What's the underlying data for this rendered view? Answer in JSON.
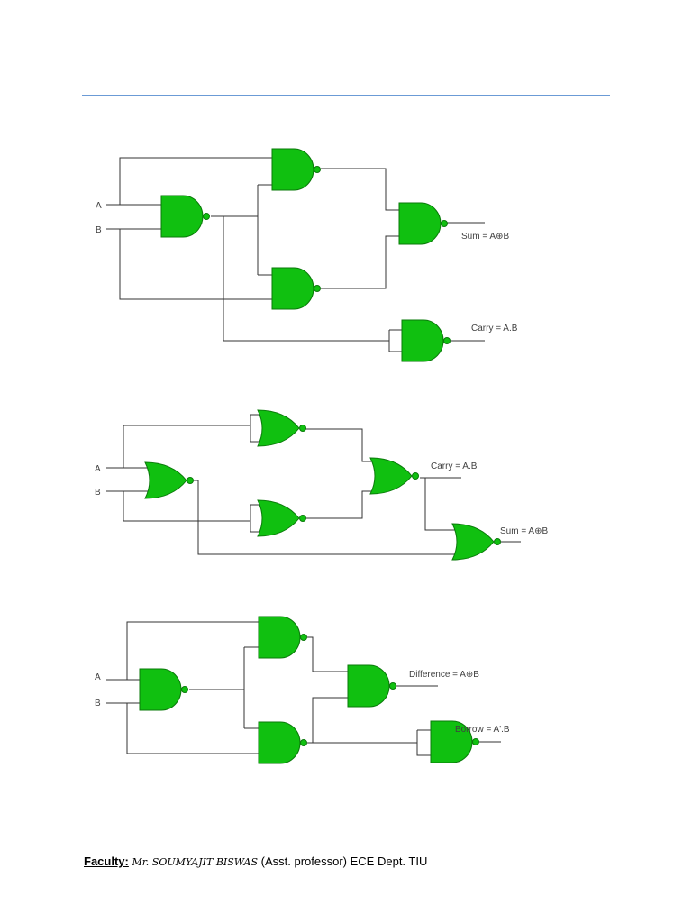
{
  "circuit1": {
    "input_a": "A",
    "input_b": "B",
    "sum_label": "Sum = A⊕B",
    "carry_label": "Carry = A.B"
  },
  "circuit2": {
    "input_a": "A",
    "input_b": "B",
    "carry_label": "Carry = A.B",
    "sum_label": "Sum = A⊕B"
  },
  "circuit3": {
    "input_a": "A",
    "input_b": "B",
    "difference_label": "Difference = A⊕B",
    "borrow_label": "Borrow = A'.B"
  },
  "footer": {
    "label": "Faculty",
    "colon": ":",
    "name": "Mr. SOUMYAJIT BISWAS",
    "rest": "(Asst. professor) ECE Dept. TIU"
  },
  "colors": {
    "gate_fill": "#10c010",
    "rule": "#6b9bd6"
  }
}
